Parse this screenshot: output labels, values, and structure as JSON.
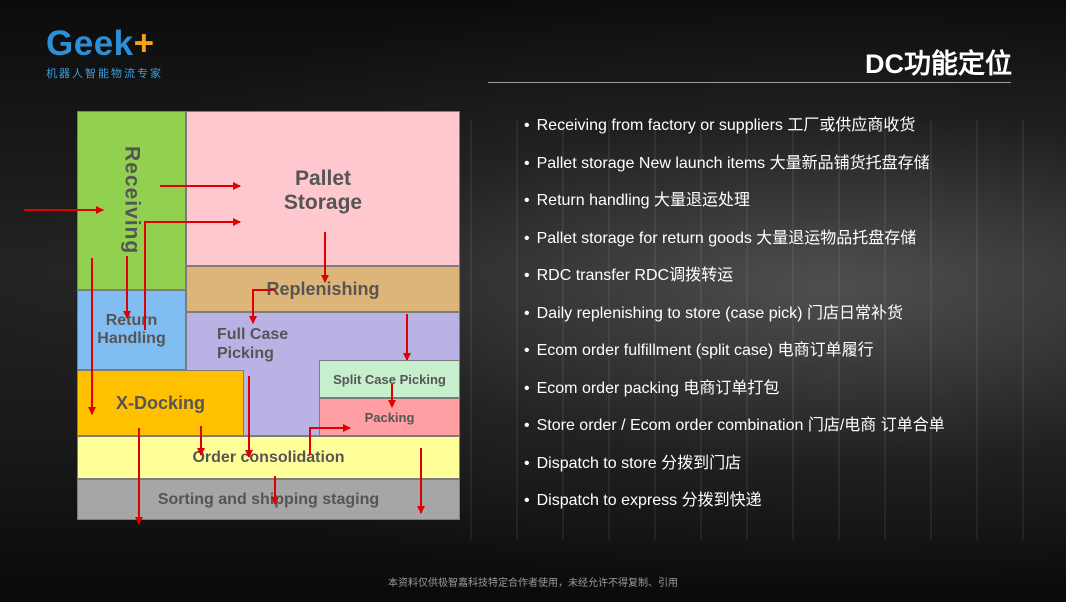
{
  "logo": {
    "word": "Geek",
    "plus": "+",
    "tagline": "机器人智能物流专家"
  },
  "title": "DC功能定位",
  "diagram": {
    "receiving": "Receiving",
    "pallet_storage": [
      "Pallet",
      "Storage"
    ],
    "replenishing": "Replenishing",
    "return_handling": [
      "Return",
      "Handling"
    ],
    "full_case_picking": [
      "Full Case",
      "Picking"
    ],
    "split_case_picking": "Split Case Picking",
    "packing": "Packing",
    "x_docking": "X-Docking",
    "order_consolidation": "Order consolidation",
    "sorting_shipping": "Sorting and shipping staging",
    "colors": {
      "receiving": "#92d050",
      "pallet_storage": "#ffc7ce",
      "replenishing": "#deb578",
      "return_handling": "#7fbdf2",
      "full_case_picking": "#b8b3e4",
      "split_case_picking": "#c6efce",
      "packing": "#ff9fa3",
      "x_docking": "#ffc000",
      "order_consolidation": "#ffff99",
      "sorting_shipping": "#a6a6a6",
      "arrow": "#e00000"
    }
  },
  "bullets": [
    "Receiving from factory or suppliers 工厂或供应商收货",
    "Pallet storage New launch items 大量新品铺货托盘存储",
    "Return handling  大量退运处理",
    "Pallet storage for return goods  大量退运物品托盘存储",
    "RDC transfer   RDC调拨转运",
    "Daily replenishing to store (case pick)  门店日常补货",
    "Ecom order fulfillment (split case)  电商订单履行",
    "Ecom order packing  电商订单打包",
    "Store order / Ecom order combination  门店/电商 订单合单",
    "Dispatch to store  分拨到门店",
    "Dispatch to express   分拨到快递"
  ],
  "footer": "本资料仅供极智嘉科技特定合作者使用，未经允许不得复制、引用"
}
